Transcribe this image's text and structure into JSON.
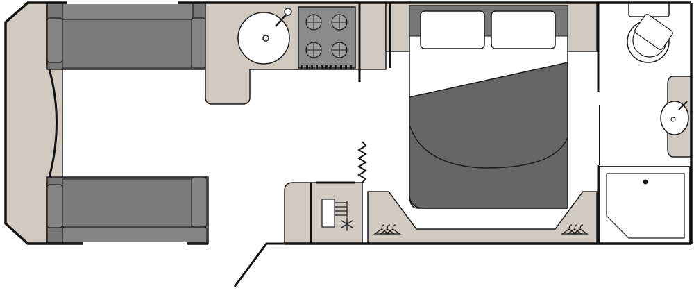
{
  "floorplan": {
    "colors": {
      "wall": "#111111",
      "furniture": "#d2cac1",
      "upholstery": "#787878",
      "bed_cover": "#666666",
      "bed_sheet": "#ffffff",
      "floor": "#ffffff",
      "line": "#1a1a1a",
      "fixture": "#ffffff"
    },
    "zones": [
      "front-lounge",
      "kitchen",
      "entrance",
      "bedroom",
      "washroom"
    ],
    "icons": [
      "sink-icon",
      "hob-icon",
      "fridge-icon",
      "snowflake-icon",
      "coat-hanger-icon",
      "toilet-icon",
      "shower-tray-icon",
      "washbasin-icon"
    ]
  }
}
